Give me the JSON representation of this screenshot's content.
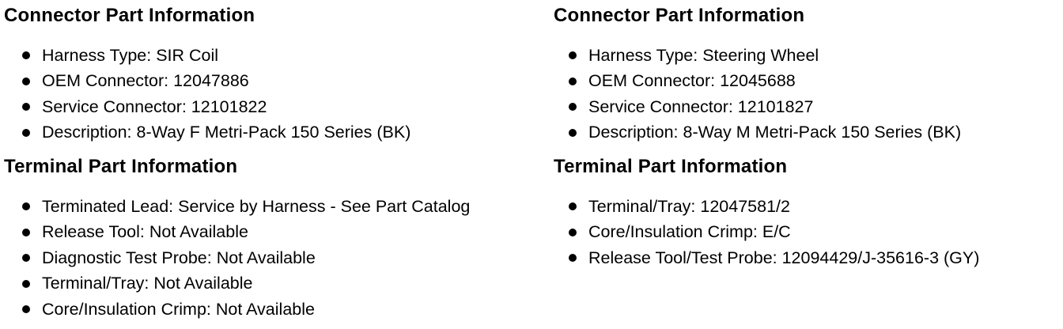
{
  "page": {
    "background_color": "#ffffff",
    "text_color": "#000000"
  },
  "columns": [
    {
      "sections": [
        {
          "title": "Connector Part Information",
          "items": [
            "Harness Type: SIR Coil",
            "OEM Connector: 12047886",
            "Service Connector: 12101822",
            "Description: 8-Way F Metri-Pack 150 Series (BK)"
          ]
        },
        {
          "title": "Terminal Part Information",
          "items": [
            "Terminated Lead: Service by Harness - See Part Catalog",
            "Release Tool: Not Available",
            "Diagnostic Test Probe: Not Available",
            "Terminal/Tray: Not Available",
            "Core/Insulation Crimp: Not Available"
          ]
        }
      ]
    },
    {
      "sections": [
        {
          "title": "Connector Part Information",
          "items": [
            "Harness Type: Steering Wheel",
            "OEM Connector: 12045688",
            "Service Connector: 12101827",
            "Description: 8-Way M Metri-Pack 150 Series (BK)"
          ]
        },
        {
          "title": "Terminal Part Information",
          "items": [
            "Terminal/Tray: 12047581/2",
            "Core/Insulation Crimp: E/C",
            "Release Tool/Test Probe: 12094429/J-35616-3 (GY)"
          ]
        }
      ]
    }
  ]
}
